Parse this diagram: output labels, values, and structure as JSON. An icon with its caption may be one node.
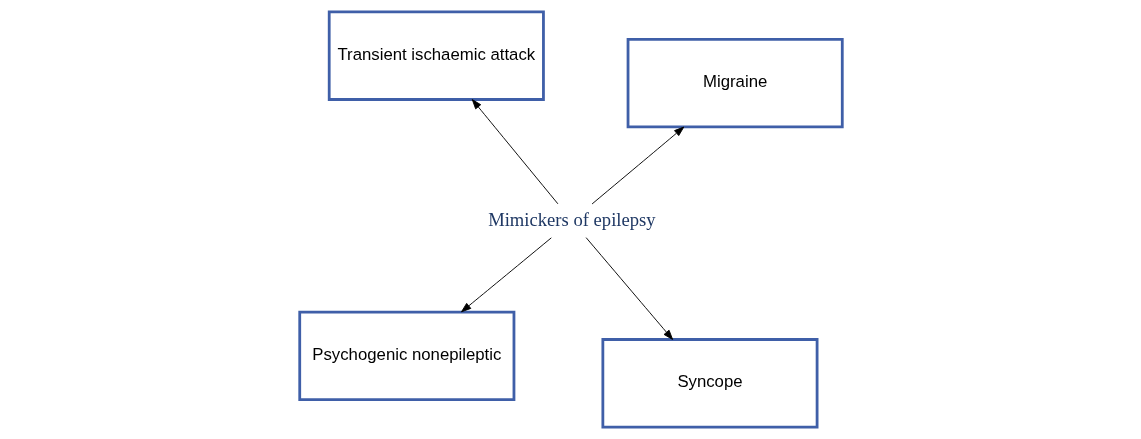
{
  "diagram": {
    "nodes": [
      {
        "text": [
          "Psychogenic nonepileptic"
        ]
      },
      {
        "text": [
          "Syncope"
        ]
      },
      {
        "text": [
          "Mimickers of epilepsy"
        ]
      },
      {
        "text": [
          "Transient ischaemic attack"
        ]
      },
      {
        "text": [
          "Migraine"
        ]
      }
    ],
    "edges": [
      {
        "from": 2,
        "to": 0,
        "arrow": "to"
      },
      {
        "from": 2,
        "to": 1,
        "arrow": "to"
      },
      {
        "from": 2,
        "to": 3,
        "arrow": "to"
      },
      {
        "from": 2,
        "to": 4,
        "arrow": "to"
      }
    ]
  }
}
